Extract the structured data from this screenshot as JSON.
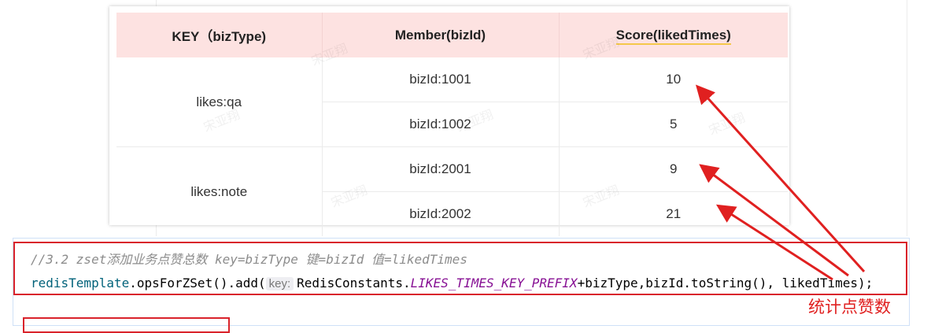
{
  "table": {
    "headers": [
      "KEY（bizType)",
      "Member(bizId)",
      "Score(likedTimes)"
    ],
    "groups": [
      {
        "key": "likes:qa",
        "rows": [
          {
            "member": "bizId:1001",
            "score": "10"
          },
          {
            "member": "bizId:1002",
            "score": "5"
          }
        ]
      },
      {
        "key": "likes:note",
        "rows": [
          {
            "member": "bizId:2001",
            "score": "9"
          },
          {
            "member": "bizId:2002",
            "score": "21"
          }
        ]
      }
    ],
    "watermark": "宋亚翔"
  },
  "code": {
    "comment": "//3.2 zset添加业务点赞总数 key=bizType 键=bizId 值=likedTimes",
    "receiver": "redisTemplate",
    "method_chain": ".opsForZSet().add(",
    "param_hint": "key:",
    "class_name": "RedisConstants.",
    "constant": "LIKES_TIMES_KEY_PREFIX",
    "args_rest": "+bizType,bizId.toString(), likedTimes);"
  },
  "annotation": {
    "label": "统计点赞数",
    "color": "#e02020"
  },
  "colors": {
    "header_bg": "#fde2e1",
    "highlight_border": "#d9232b"
  }
}
